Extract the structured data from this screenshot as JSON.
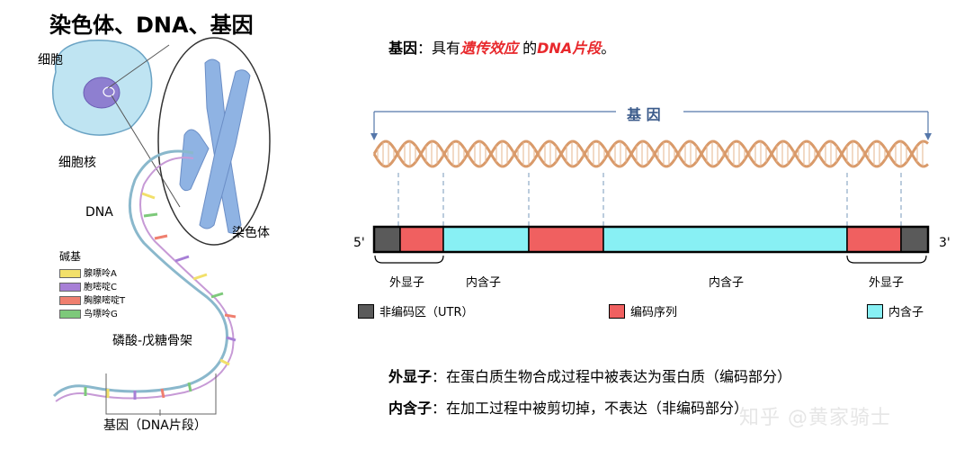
{
  "left_panel": {
    "title": "染色体、DNA、基因",
    "labels": {
      "cell": "细胞",
      "nucleus": "细胞核",
      "dna": "DNA",
      "chromosome": "染色体",
      "backbone": "磷酸-戊糖骨架",
      "gene_segment": "基因（DNA片段）"
    },
    "bases_title": "碱基",
    "bases": [
      {
        "label": "腺嘌呤A",
        "color": "#f2e06a"
      },
      {
        "label": "胞嘧啶C",
        "color": "#a77fd6"
      },
      {
        "label": "胸腺嘧啶T",
        "color": "#ef7f6f"
      },
      {
        "label": "鸟嘌呤G",
        "color": "#7dc97a"
      }
    ]
  },
  "right_panel": {
    "definition": {
      "term": "基因",
      "colon": "：具有",
      "highlight1": "遗传效应",
      "mid": " 的",
      "highlight2": "DNA片段",
      "end": "。"
    },
    "gene_label": "基 因",
    "five_prime": "5'",
    "three_prime": "3'",
    "segment_labels": {
      "exon_left": "外显子",
      "intron_1": "内含子",
      "intron_2": "内含子",
      "exon_right": "外显子"
    },
    "segments": [
      {
        "type": "utr",
        "color": "#5a5a5a"
      },
      {
        "type": "coding",
        "color": "#f06060"
      },
      {
        "type": "intron",
        "color": "#88f0f4"
      },
      {
        "type": "coding",
        "color": "#f06060"
      },
      {
        "type": "intron",
        "color": "#88f0f4"
      },
      {
        "type": "coding",
        "color": "#f06060"
      },
      {
        "type": "utr",
        "color": "#5a5a5a"
      }
    ],
    "legend": [
      {
        "label": "非编码区（UTR）",
        "color": "#5a5a5a"
      },
      {
        "label": "编码序列",
        "color": "#f06060"
      },
      {
        "label": "内含子",
        "color": "#88f0f4"
      }
    ],
    "notes": [
      {
        "term": "外显子",
        "text": "：在蛋白质生物合成过程中被表达为蛋白质（编码部分）"
      },
      {
        "term": "内含子",
        "text": "：在加工过程中被剪切掉，不表达（非编码部分）"
      }
    ]
  },
  "watermark": "知乎 @黄家骑士"
}
